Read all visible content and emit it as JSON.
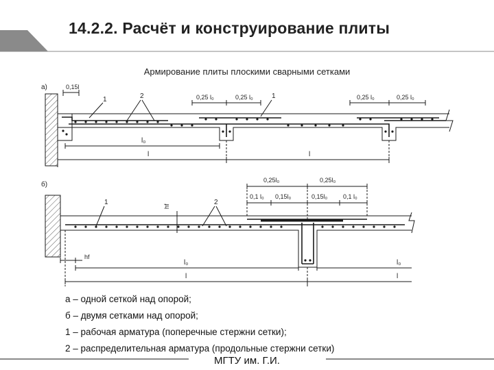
{
  "header": {
    "title": "14.2.2. Расчёт и конструирование плиты",
    "subtitle": "Армирование плиты плоскими сварными сетками"
  },
  "diagram_a": {
    "label": "а)",
    "dim_015": "0,15l",
    "dim_025_1": "0,25 l₀",
    "dim_025_2": "0,25 l₀",
    "dim_025_3": "0,25 l₀",
    "dim_025_4": "0,25 l₀",
    "callout_1a": "1",
    "callout_2": "2",
    "callout_1b": "1",
    "dim_l0": "l₀",
    "dim_l1": "l",
    "dim_l2": "l"
  },
  "diagram_b": {
    "label": "б)",
    "dim_025_left": "0,25l₀",
    "dim_025_right": "0,25l₀",
    "dim_01_1": "0,1 l₀",
    "dim_015_1": "0,15l₀",
    "dim_015_2": "0,15l₀",
    "dim_01_2": "0,1 l₀",
    "callout_1": "1",
    "callout_2": "2",
    "hf_vertical": "hf",
    "hf_bottom": "hf",
    "dim_l0_left": "l₀",
    "dim_l0_right": "l₀",
    "dim_l_left": "l",
    "dim_l_right": "l"
  },
  "legend": {
    "line_a": "а – одной сеткой над опорой;",
    "line_b": "б – двумя сетками над опорой;",
    "line_1": "1 – рабочая арматура (поперечные стержни сетки);",
    "line_2": "2 – распределительная арматура (продольные стержни сетки)"
  },
  "footer": {
    "text": "МГТУ им. Г.И."
  },
  "colors": {
    "line": "#1a1a1a",
    "accent_gray": "#8a8a8a",
    "hatch": "#555555"
  }
}
